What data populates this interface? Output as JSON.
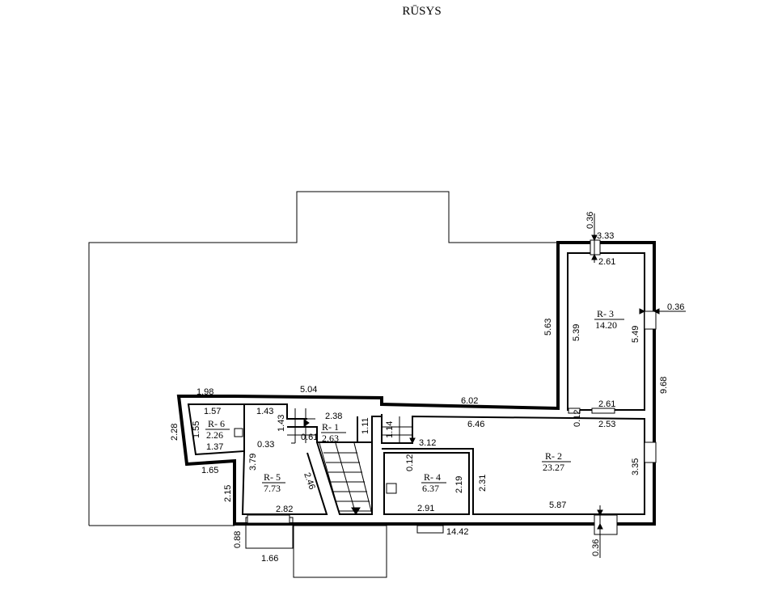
{
  "title": "RŪSYS",
  "rooms": [
    {
      "id": "R- 1",
      "area": "2.63"
    },
    {
      "id": "R- 2",
      "area": "23.27"
    },
    {
      "id": "R- 3",
      "area": "14.20"
    },
    {
      "id": "R- 4",
      "area": "6.37"
    },
    {
      "id": "R- 5",
      "area": "7.73"
    },
    {
      "id": "R- 6",
      "area": "2.26"
    }
  ],
  "dimensions": [
    "0.36",
    "3.33",
    "2.61",
    "0.36",
    "5.63",
    "5.39",
    "5.49",
    "9.68",
    "2.61",
    "0.12",
    "2.53",
    "6.46",
    "1.98",
    "5.04",
    "6.02",
    "1.57",
    "1.43",
    "1.43",
    "2.38",
    "1.11",
    "1.14",
    "3.12",
    "2.28",
    "1.55",
    "1.37",
    "0.33",
    "0.61",
    "3.79",
    "2.46",
    "0.12",
    "2.19",
    "2.31",
    "3.35",
    "1.65",
    "2.15",
    "2.82",
    "2.91",
    "5.87",
    "0.88",
    "14.42",
    "0.36",
    "1.66"
  ]
}
